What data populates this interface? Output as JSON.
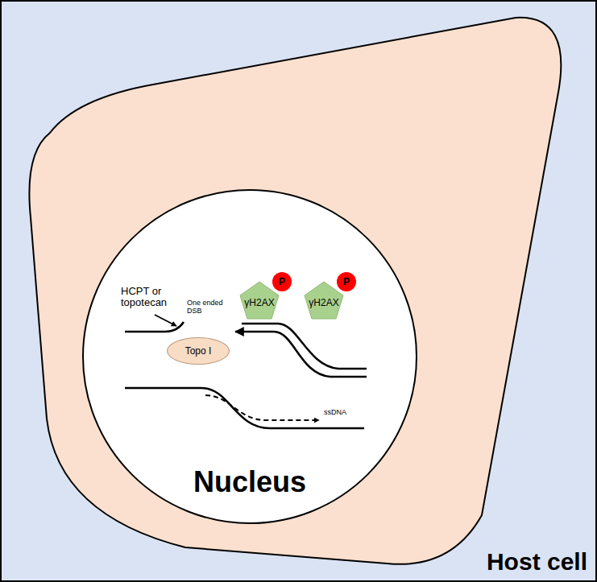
{
  "diagram": {
    "nodes": [
      {
        "text": [
          "Host cell"
        ]
      },
      {
        "text": [
          "Nucleus"
        ],
        "in": 0
      },
      {
        "text": [
          "Topo I"
        ],
        "in": 1
      },
      {
        "text": [
          "γH2AX"
        ],
        "in": 1
      },
      {
        "text": [
          "P"
        ],
        "in": 1
      },
      {
        "text": [
          "γH2AX"
        ],
        "in": 1
      },
      {
        "text": [
          "P"
        ],
        "in": 1
      }
    ],
    "labels": [
      "HCPT or topotecan",
      "One ended DSB",
      "ssDNA"
    ]
  }
}
